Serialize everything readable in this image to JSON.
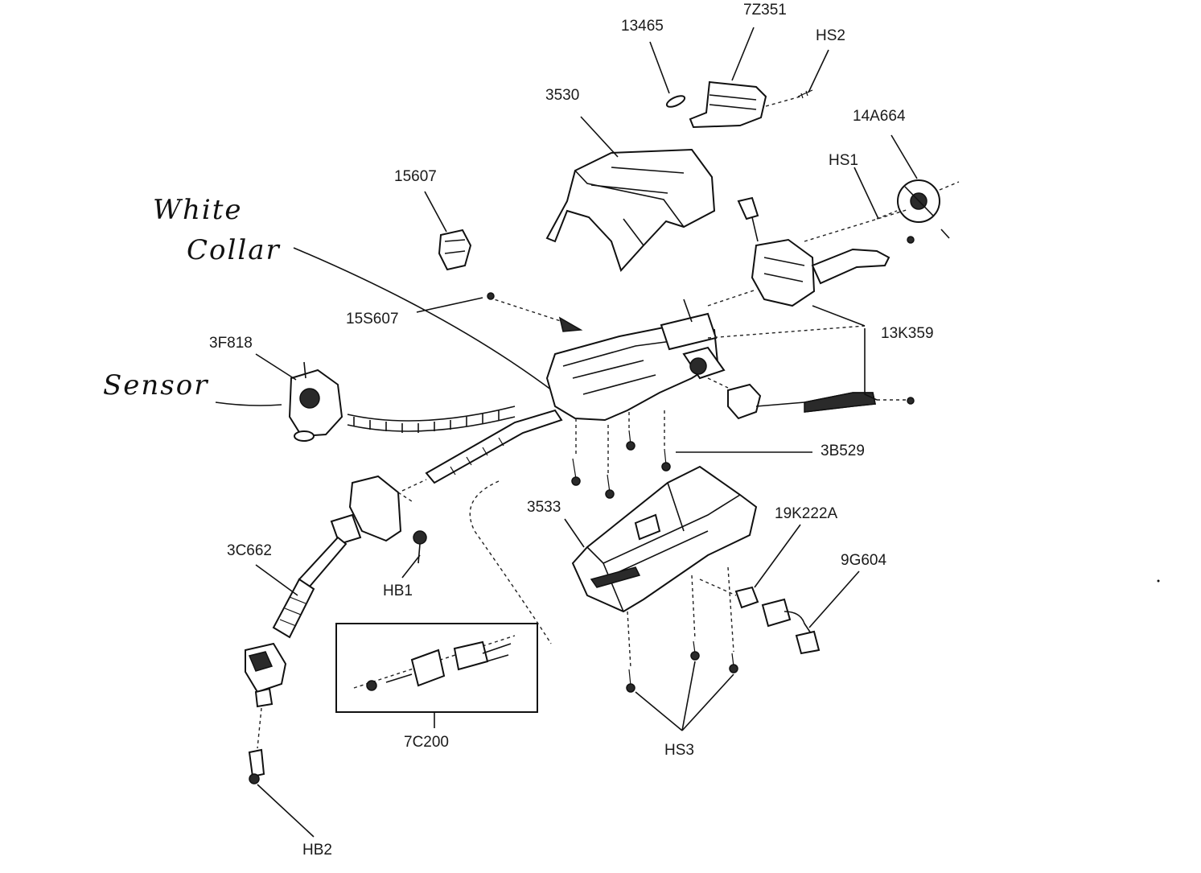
{
  "annotations": {
    "white_collar_line1": "White",
    "white_collar_line2": "Collar",
    "sensor": "Sensor"
  },
  "part_labels": {
    "p13465": "13465",
    "p7Z351": "7Z351",
    "pHS2": "HS2",
    "p3530": "3530",
    "p14A664": "14A664",
    "pHS1": "HS1",
    "p15607": "15607",
    "p15S607": "15S607",
    "p13K359": "13K359",
    "p3F818": "3F818",
    "p3B529": "3B529",
    "p3533": "3533",
    "p19K222A": "19K222A",
    "p9G604": "9G604",
    "p3C662": "3C662",
    "pHB1": "HB1",
    "p7C200": "7C200",
    "pHS3": "HS3",
    "pHB2": "HB2"
  }
}
